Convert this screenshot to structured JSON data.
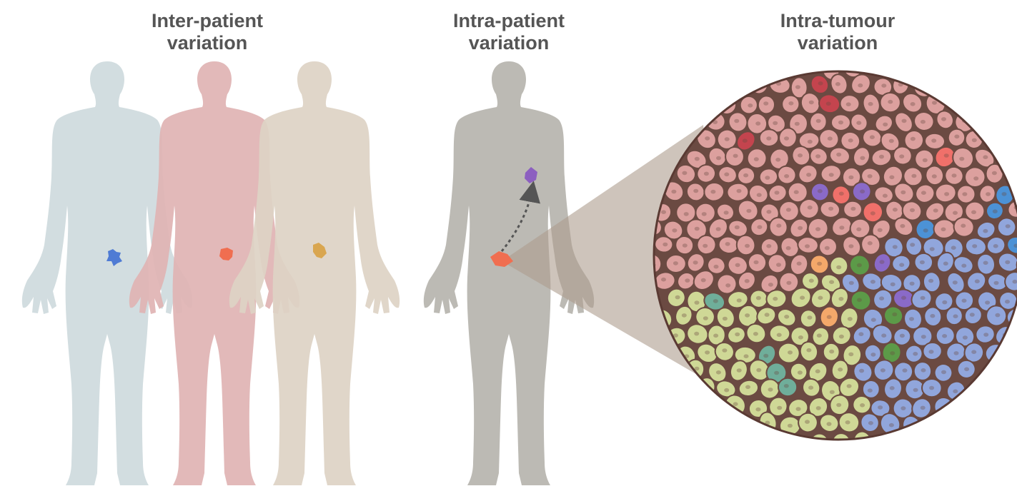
{
  "panels": [
    {
      "title_line1": "Inter-patient",
      "title_line2": "variation"
    },
    {
      "title_line1": "Intra-patient",
      "title_line2": "variation"
    },
    {
      "title_line1": "Intra-tumour",
      "title_line2": "variation"
    }
  ],
  "colors": {
    "body_blue": "#d2dde0",
    "body_pink": "#dfb3b3",
    "body_beige": "#ddd2c4",
    "body_grey": "#bcbab4",
    "tumour_blue": "#4f7bd4",
    "tumour_red": "#f06e50",
    "tumour_orange": "#d9a650",
    "metastasis_purple": "#8c5fc0",
    "cone": "#ad9c8e",
    "cell_border": "#6b4a42",
    "clone_pink": "#dca09e",
    "clone_darkred": "#c4444e",
    "clone_red": "#f0706a",
    "clone_green": "#cfd896",
    "clone_blue": "#91a6dc",
    "clone_purple": "#8a6ac8",
    "clone_darkgreen": "#5c9a48",
    "clone_teal": "#6fae9a",
    "clone_orange": "#f4a86a",
    "clone_skyblue": "#4c92d6"
  }
}
